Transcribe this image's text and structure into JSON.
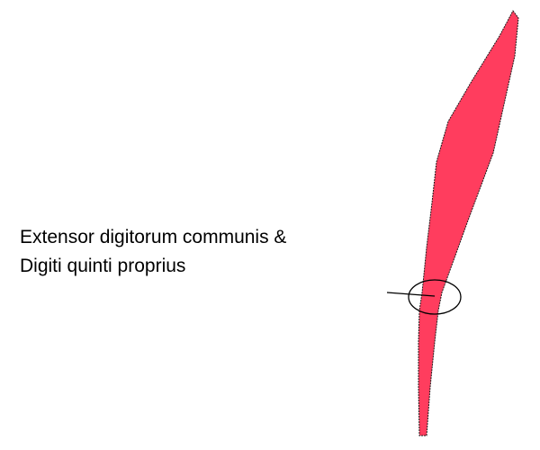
{
  "diagram": {
    "structure_name": "muscle",
    "label": {
      "line1": "Extensor digitorum communis &",
      "line2": "Digiti quinti proprius"
    },
    "colors": {
      "muscle_fill": "#ff3d5e",
      "outline": "#1a1a1a",
      "background": "#ffffff"
    },
    "marker": {
      "shape": "ellipse"
    }
  }
}
